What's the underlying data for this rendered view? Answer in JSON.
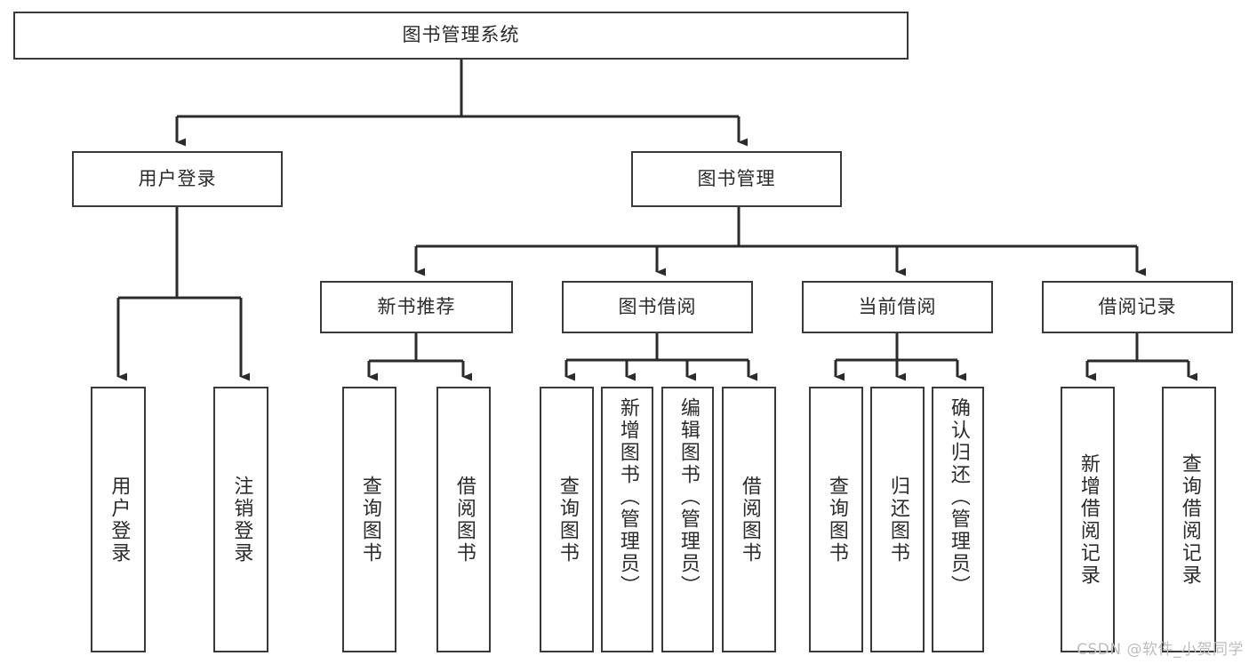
{
  "diagram": {
    "title": "图书管理系统",
    "type": "tree",
    "watermark": "CSDN @软件_小贺同学",
    "colors": {
      "box_border": "#3a3a3a",
      "connector": "#2b2b2b",
      "text": "#2b2b2b",
      "background": "#ffffff",
      "watermark": "#bdbdbd"
    },
    "levels": {
      "root": {
        "label": "图书管理系统"
      },
      "level2": [
        {
          "label": "用户登录"
        },
        {
          "label": "图书管理"
        }
      ],
      "level3": [
        {
          "label": "新书推荐"
        },
        {
          "label": "图书借阅"
        },
        {
          "label": "当前借阅"
        },
        {
          "label": "借阅记录"
        }
      ],
      "leaves": [
        {
          "label": "用户登录",
          "parent": "用户登录"
        },
        {
          "label": "注销登录",
          "parent": "用户登录"
        },
        {
          "label": "查询图书",
          "parent": "新书推荐"
        },
        {
          "label": "借阅图书",
          "parent": "新书推荐"
        },
        {
          "label": "查询图书",
          "parent": "图书借阅"
        },
        {
          "label": "新增图书（管理员）",
          "parent": "图书借阅"
        },
        {
          "label": "编辑图书（管理员）",
          "parent": "图书借阅"
        },
        {
          "label": "借阅图书",
          "parent": "图书借阅"
        },
        {
          "label": "查询图书",
          "parent": "当前借阅"
        },
        {
          "label": "归还图书",
          "parent": "当前借阅"
        },
        {
          "label": "确认归还（管理员）",
          "parent": "当前借阅"
        },
        {
          "label": "新增借阅记录",
          "parent": "借阅记录"
        },
        {
          "label": "查询借阅记录",
          "parent": "借阅记录"
        }
      ]
    }
  }
}
